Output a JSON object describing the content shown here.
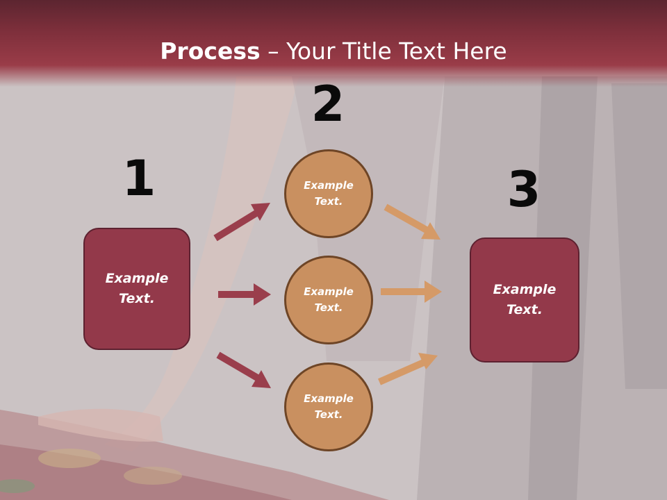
{
  "title": {
    "bold": "Process",
    "rest": " – Your Title Text Here"
  },
  "steps": {
    "one": "1",
    "two": "2",
    "three": "3"
  },
  "boxes": {
    "left": "Example\nText.",
    "right": "Example\nText."
  },
  "circles": [
    "Example\nText.",
    "Example\nText.",
    "Example\nText."
  ],
  "colors": {
    "box_fill": "#93394a",
    "circle_fill": "#c99060",
    "left_arrow": "#9a3e4c",
    "right_arrow": "#d59a67",
    "header": "#7d2f3b"
  }
}
